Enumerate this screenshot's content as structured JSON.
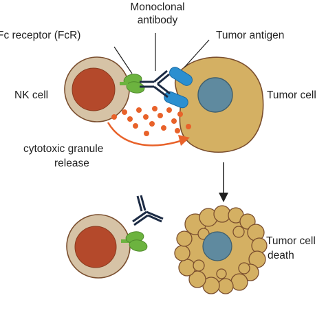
{
  "labels": {
    "fc_receptor": "Fc receptor (FcR)",
    "monoclonal_line1": "Monoclonal",
    "monoclonal_line2": "antibody",
    "tumor_antigen": "Tumor antigen",
    "nk_cell": "NK cell",
    "tumor_cell": "Tumor cell",
    "granule_line1": "cytotoxic granule",
    "granule_line2": "release",
    "death_line1": "Tumor cell",
    "death_line2": "death"
  },
  "colors": {
    "nk_cytoplasm": "#d6c3a6",
    "nk_nucleus": "#b4492b",
    "receptor_green": "#6cb33f",
    "antibody_navy": "#1c2b44",
    "antigen_blue": "#2b8fd0",
    "tumor_body": "#d4b063",
    "tumor_nucleus": "#5f8a9f",
    "granule_orange": "#e8622a",
    "outline": "#7a4e2e"
  }
}
